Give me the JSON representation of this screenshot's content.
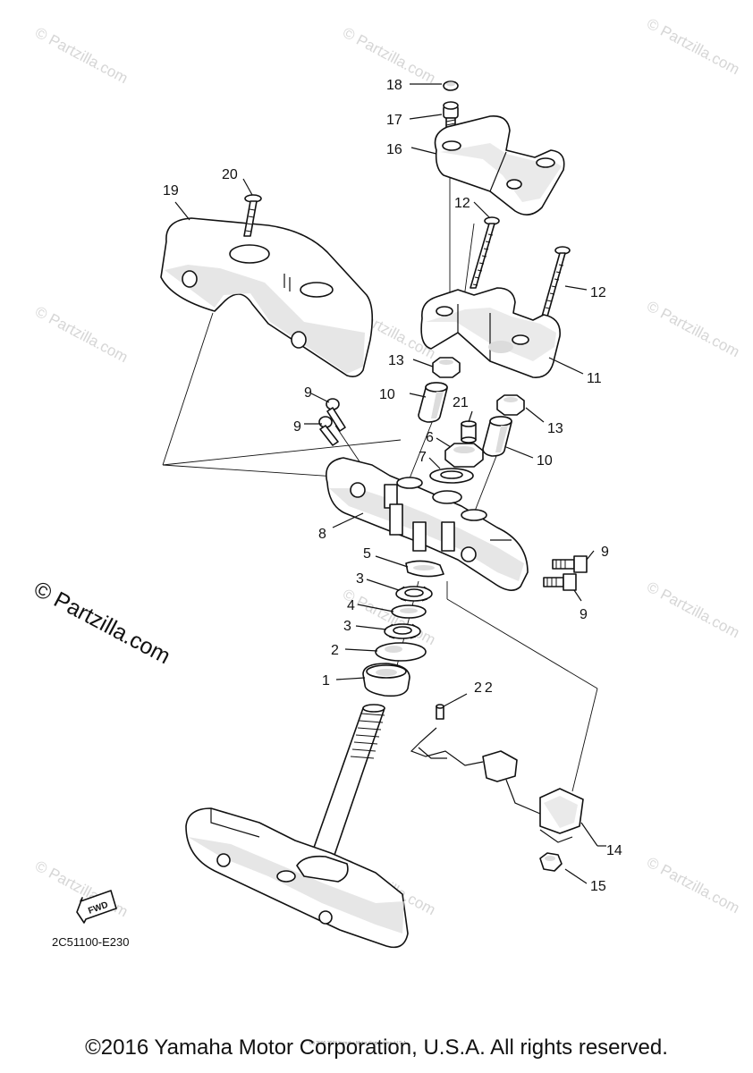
{
  "watermark": {
    "text": "© Partzilla.com",
    "large_text": "© Partzilla.com"
  },
  "callouts": {
    "c1": "1",
    "c2": "2",
    "c3a": "3",
    "c3b": "3",
    "c4": "4",
    "c5": "5",
    "c6": "6",
    "c7": "7",
    "c8": "8",
    "c9a": "9",
    "c9b": "9",
    "c9c": "9",
    "c9d": "9",
    "c10a": "10",
    "c10b": "10",
    "c11": "11",
    "c12a": "12",
    "c12b": "12",
    "c13a": "13",
    "c13b": "13",
    "c14": "14",
    "c15": "15",
    "c16": "16",
    "c17": "17",
    "c18": "18",
    "c19": "19",
    "c20": "20",
    "c21": "21",
    "c22": "22"
  },
  "fwd_label": "FWD",
  "diagram_code": "2C51100-E230",
  "small_copyright": "(c) 2006-2016 Yamaha Motor Corporation, U.S.A.",
  "copyright": "©2016 Yamaha Motor Corporation, U.S.A. All rights reserved."
}
